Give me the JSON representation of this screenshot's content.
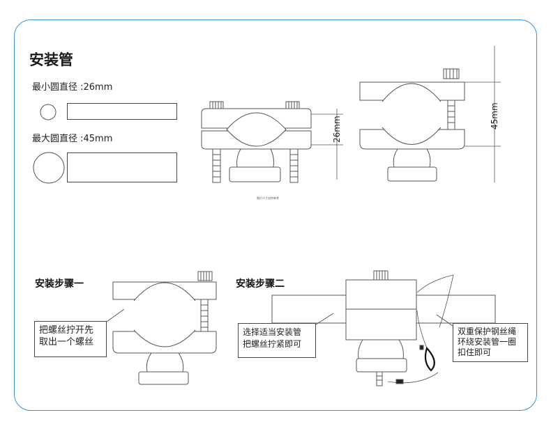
{
  "title": "安装管",
  "spec_min": "最小圆直径 :26mm",
  "spec_max": "最大圆直径 :45mm",
  "dim_small": "26mm",
  "dim_large": "45mm",
  "tiny_caption": "图片尺寸仅供参考",
  "step1": {
    "heading": "安装步骤一",
    "lines": [
      "把螺丝拧开先",
      "取出一个螺丝"
    ]
  },
  "step2": {
    "heading": "安装步骤二",
    "lines": [
      "选择适当安装管",
      "把螺丝拧紧即可"
    ]
  },
  "step3": {
    "lines": [
      "双重保护钢丝绳",
      "环绕安装管一圈",
      "扣住即可"
    ]
  },
  "colors": {
    "frame": "#3b8fd6",
    "stroke": "#555555",
    "body_fill": "#ffffff"
  }
}
